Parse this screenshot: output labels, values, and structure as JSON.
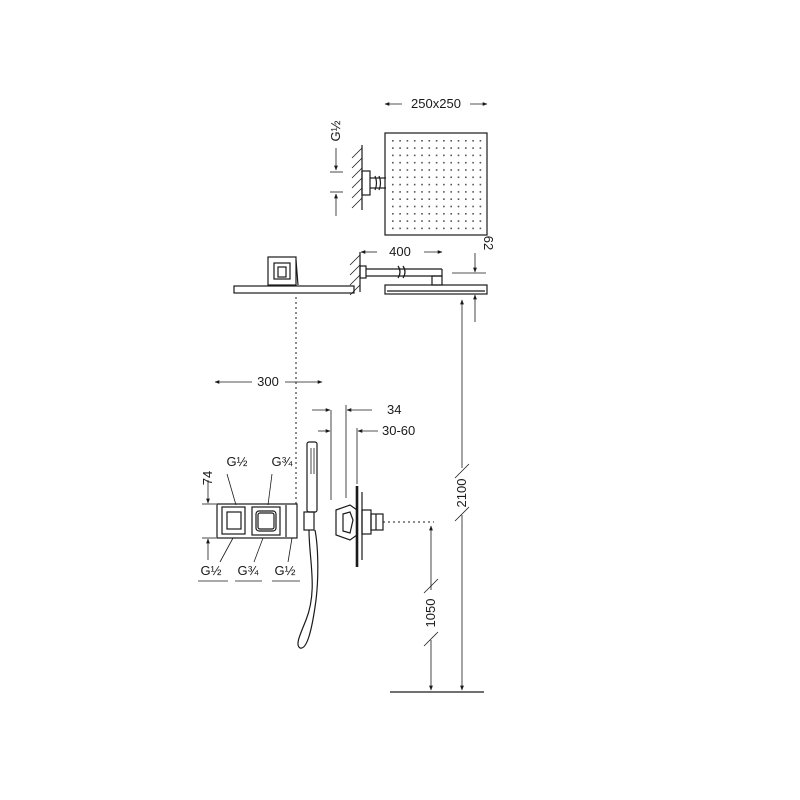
{
  "dimensions": {
    "head_size": "250x250",
    "inlet_thread": "G½",
    "arm_length": "400",
    "head_height": "62",
    "head_top_width": "300",
    "depth_front": "34",
    "depth_range": "30-60",
    "plate_height": "74",
    "shower_height": "2100",
    "valve_height": "1050"
  },
  "connections": {
    "top_left": "G½",
    "top_right": "G¾",
    "bottom_1": "G½",
    "bottom_2": "G¾",
    "bottom_3": "G½"
  },
  "colors": {
    "line": "#1a1a1a",
    "background": "#ffffff"
  }
}
